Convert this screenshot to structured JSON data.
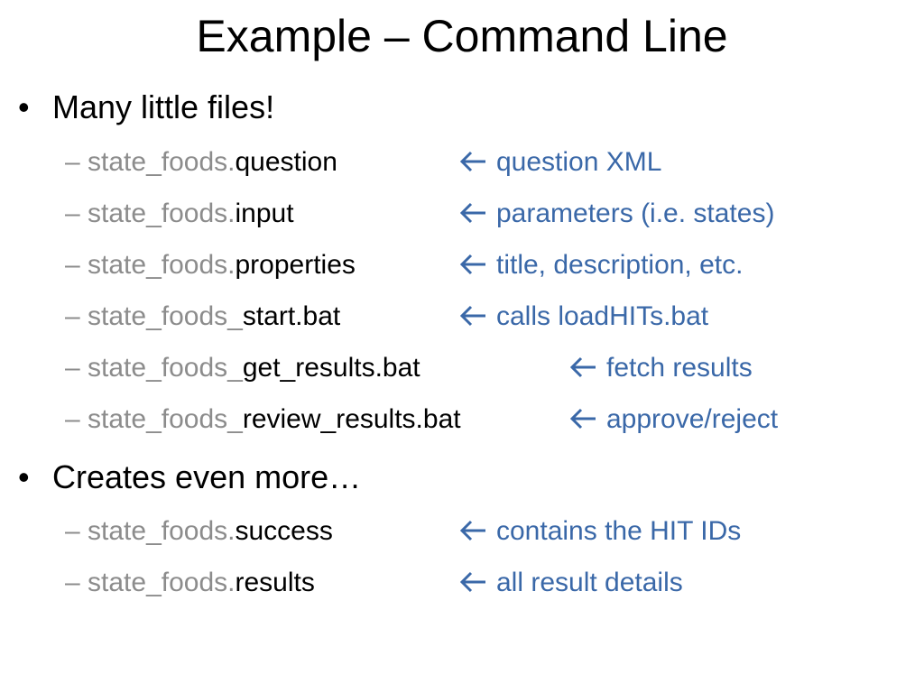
{
  "slide": {
    "title": "Example – Command Line",
    "bullet_glyph": "•",
    "dash_glyph": "–",
    "accent_color": "#3a68a8",
    "muted_color": "#8c8c8c",
    "bullets": [
      {
        "text": "Many little files!",
        "items": [
          {
            "prefix": "state_foods.",
            "suffix": "question",
            "note": "question XML"
          },
          {
            "prefix": "state_foods.",
            "suffix": "input",
            "note": "parameters (i.e. states)"
          },
          {
            "prefix": "state_foods.",
            "suffix": "properties",
            "note": "title, description, etc."
          },
          {
            "prefix": "state_foods_",
            "suffix": "start.bat",
            "note": "calls loadHITs.bat"
          },
          {
            "prefix": "state_foods_",
            "suffix": "get_results.bat",
            "note": "fetch results"
          },
          {
            "prefix": "state_foods_",
            "suffix": "review_results.bat",
            "note": "approve/reject"
          }
        ]
      },
      {
        "text": "Creates even more…",
        "items": [
          {
            "prefix": "state_foods.",
            "suffix": "success",
            "note": "contains the HIT IDs"
          },
          {
            "prefix": "state_foods.",
            "suffix": "results",
            "note": "all result details"
          }
        ]
      }
    ]
  }
}
